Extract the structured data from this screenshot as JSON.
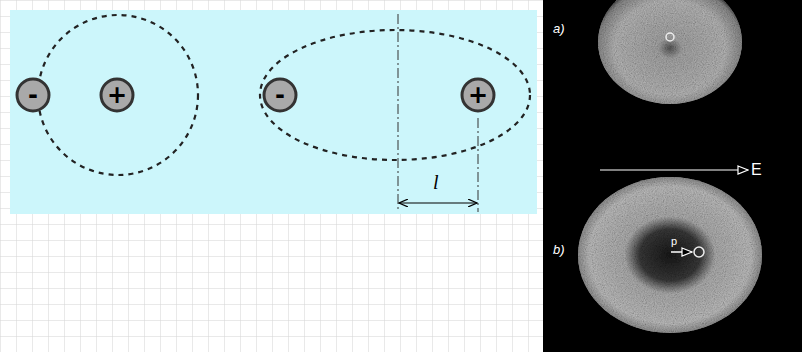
{
  "diagram": {
    "nodes": [
      {
        "text": [
          "-"
        ]
      },
      {
        "text": [
          "+"
        ]
      },
      {
        "text": [
          "-"
        ]
      },
      {
        "text": [
          "+"
        ]
      }
    ],
    "labels": [
      "l",
      "a)",
      "E",
      "b)",
      "p"
    ]
  }
}
